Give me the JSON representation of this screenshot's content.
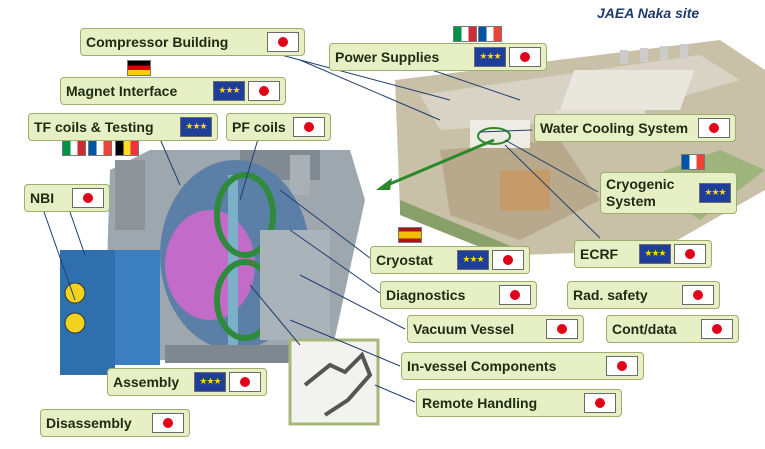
{
  "site_label": "JAEA Naka site",
  "icons": {
    "japan": "japan-flag-icon",
    "eu": "eu-flag-icon",
    "eu_stars": "★★★"
  },
  "labels": {
    "compressor": "Compressor Building",
    "power": "Power Supplies",
    "magnet": "Magnet Interface",
    "tf": "TF coils & Testing",
    "pf": "PF coils",
    "water": "Water Cooling System",
    "nbi": "NBI",
    "cryogenic_line1": "Cryogenic",
    "cryogenic_line2": "System",
    "cryostat": "Cryostat",
    "ecrf": "ECRF",
    "diagnostics": "Diagnostics",
    "rad": "Rad. safety",
    "vessel": "Vacuum Vessel",
    "contdata": "Cont/data",
    "invessel": "In-vessel Components",
    "assembly": "Assembly",
    "remote": "Remote Handling",
    "disassembly": "Disassembly"
  }
}
